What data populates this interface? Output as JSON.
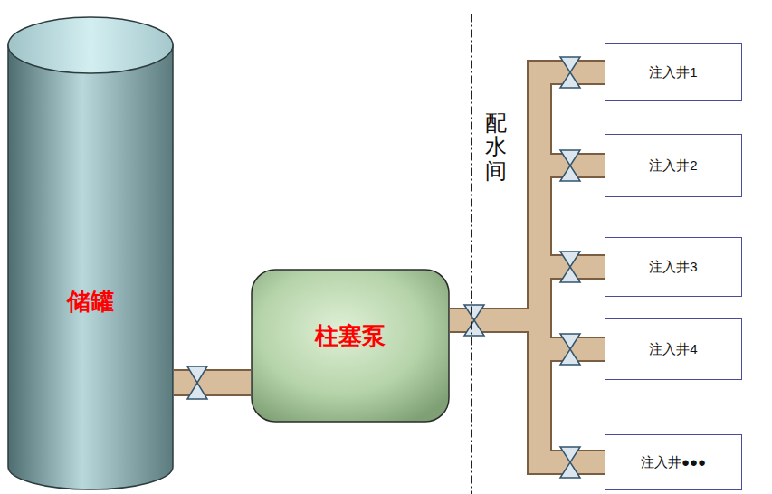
{
  "diagram": {
    "nodes": [
      {
        "text": [
          "储罐"
        ]
      },
      {
        "text": [
          "柱塞泵"
        ]
      },
      {
        "text": [
          "配水间"
        ]
      },
      {
        "text": [
          "注入井1"
        ],
        "in": 2
      },
      {
        "text": [
          "注入井2"
        ],
        "in": 2
      },
      {
        "text": [
          "注入井3"
        ],
        "in": 2
      },
      {
        "text": [
          "注入井4"
        ],
        "in": 2
      },
      {
        "text": [
          "注入井●●●"
        ],
        "in": 2
      }
    ],
    "edges": [
      {
        "from": 0,
        "to": 1,
        "arrow": "none"
      },
      {
        "from": 1,
        "to": 3,
        "arrow": "none"
      },
      {
        "from": 1,
        "to": 4,
        "arrow": "none"
      },
      {
        "from": 1,
        "to": 5,
        "arrow": "none"
      },
      {
        "from": 1,
        "to": 6,
        "arrow": "none"
      },
      {
        "from": 1,
        "to": 7,
        "arrow": "none"
      }
    ]
  }
}
